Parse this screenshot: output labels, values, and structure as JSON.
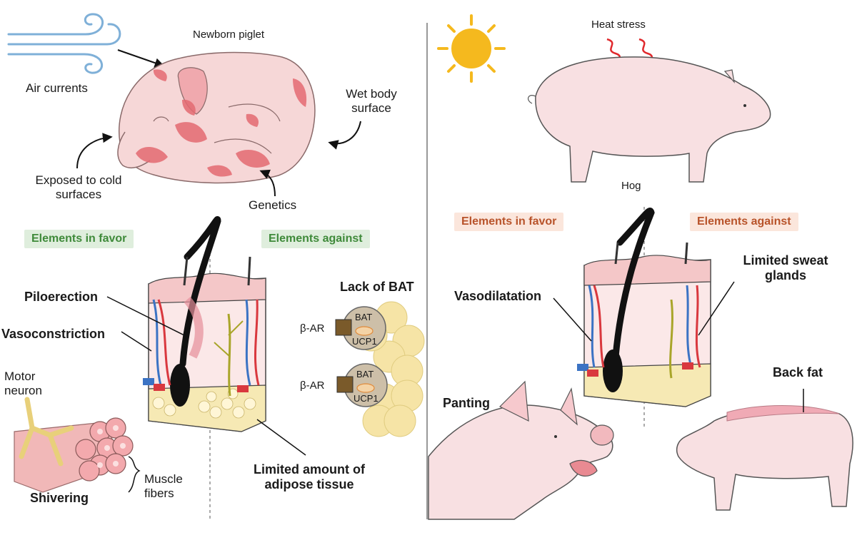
{
  "left_panel": {
    "labels": {
      "air_currents": "Air currents",
      "newborn_piglet": "Newborn piglet",
      "wet_body_surface": "Wet body surface",
      "exposed_cold": "Exposed to cold surfaces",
      "genetics": "Genetics"
    },
    "badges": {
      "in_favor": "Elements in favor",
      "against": "Elements against"
    },
    "features": {
      "piloerection": "Piloerection",
      "vasoconstriction": "Vasoconstriction",
      "motor_neuron": "Motor neuron",
      "muscle_fibers": "Muscle fibers",
      "shivering": "Shivering",
      "limited_adipose": "Limited amount of adipose tissue",
      "lack_of_bat": "Lack of BAT",
      "beta_ar": "β-AR",
      "bat": "BAT",
      "ucp1": "UCP1"
    }
  },
  "right_panel": {
    "labels": {
      "heat_stress": "Heat stress",
      "hog": "Hog"
    },
    "badges": {
      "in_favor": "Elements in favor",
      "against": "Elements against"
    },
    "features": {
      "vasodilatation": "Vasodilatation",
      "limited_sweat": "Limited sweat glands",
      "panting": "Panting",
      "back_fat": "Back fat"
    }
  },
  "colors": {
    "skin_pink": "#f6d7d7",
    "patch_red": "#e46a72",
    "fat_yellow": "#f6e9b4",
    "sun_yellow": "#f5b91e",
    "arrow_red": "#e0282c",
    "badge_green_bg": "#dfeedd",
    "badge_green_text": "#3f8a3a",
    "badge_orange_bg": "#fbe6dc",
    "badge_orange_text": "#b8532a"
  }
}
